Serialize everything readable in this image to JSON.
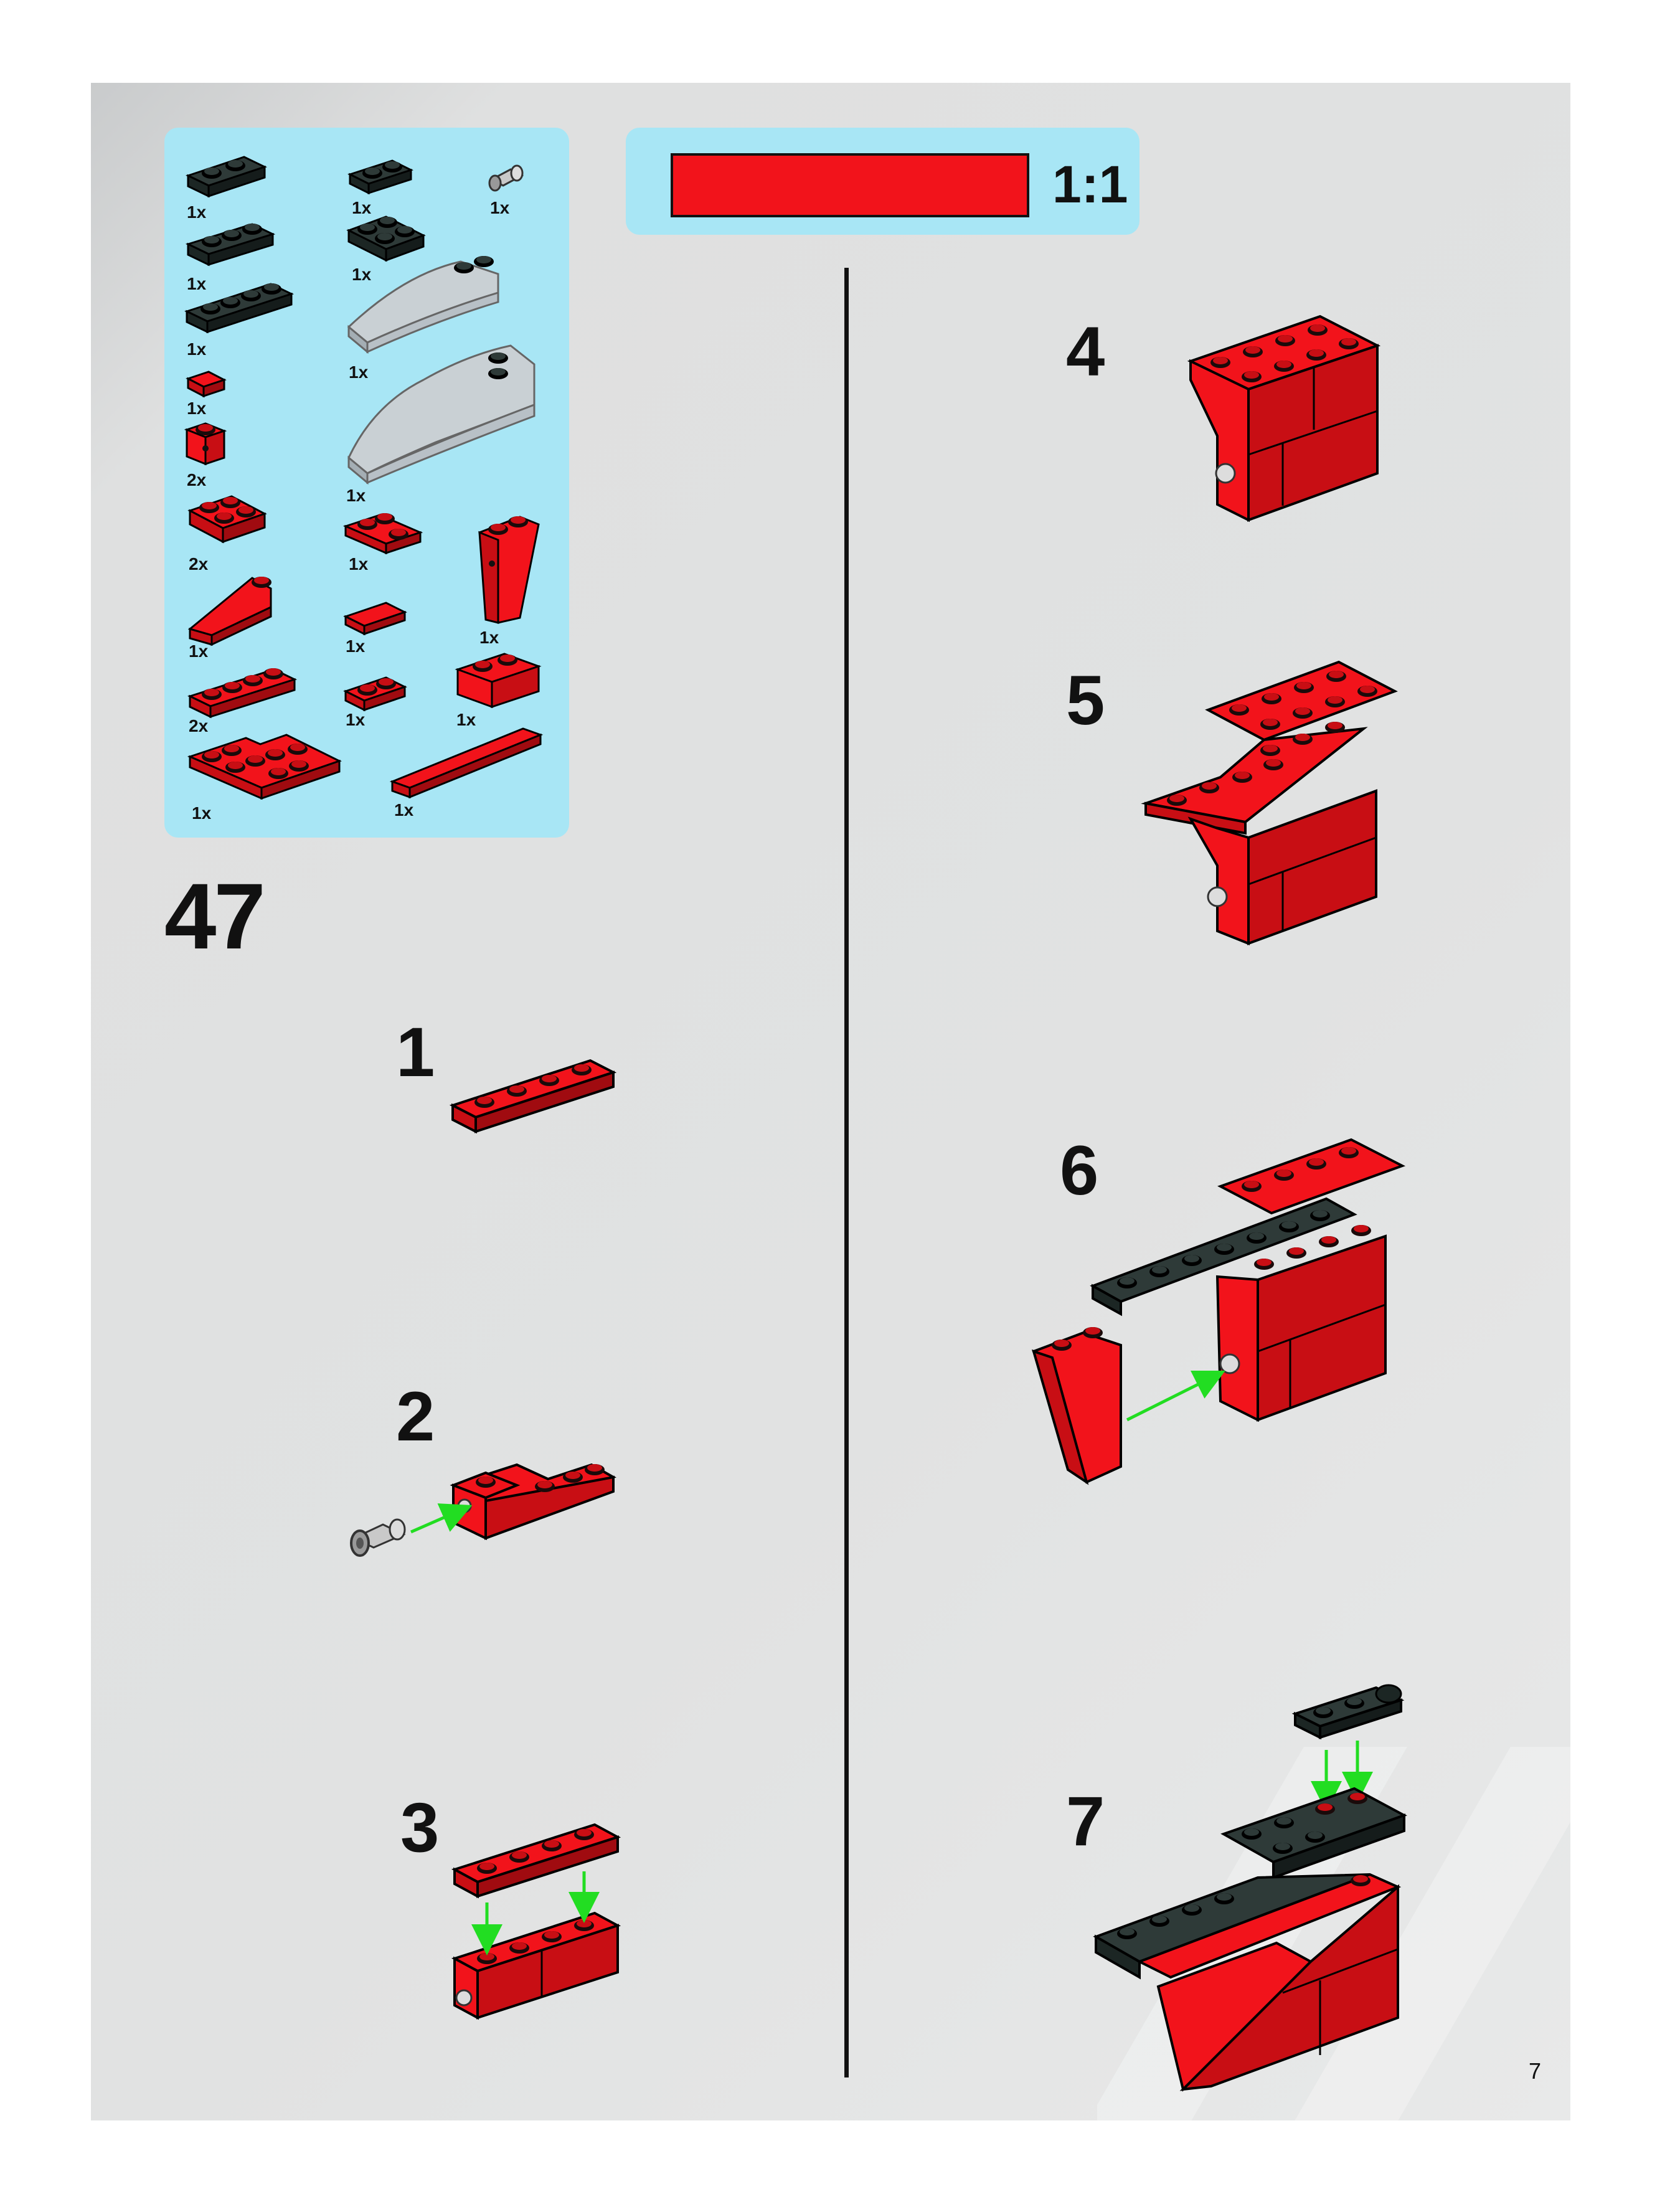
{
  "step_number": "47",
  "page_number": "7",
  "scale": {
    "label": "1:1"
  },
  "parts": [
    {
      "qty": "1x",
      "color": "black",
      "name": "plate-1x2-black"
    },
    {
      "qty": "1x",
      "color": "black",
      "name": "plate-1x3-black"
    },
    {
      "qty": "1x",
      "color": "black",
      "name": "plate-1x4-black"
    },
    {
      "qty": "1x",
      "color": "red",
      "name": "tile-1x1-red"
    },
    {
      "qty": "2x",
      "color": "red",
      "name": "brick-1x1-red"
    },
    {
      "qty": "2x",
      "color": "red",
      "name": "plate-2x2-corner-red"
    },
    {
      "qty": "1x",
      "color": "red",
      "name": "slope-red"
    },
    {
      "qty": "2x",
      "color": "red",
      "name": "plate-1x4-red"
    },
    {
      "qty": "1x",
      "color": "red",
      "name": "plate-l-red"
    },
    {
      "qty": "1x",
      "color": "black",
      "name": "plate-1x2-black-small"
    },
    {
      "qty": "1x",
      "color": "black",
      "name": "plate-2x2-black"
    },
    {
      "qty": "1x",
      "color": "trans-clear",
      "name": "curved-slope-trans"
    },
    {
      "qty": "1x",
      "color": "trans-clear",
      "name": "windscreen-trans"
    },
    {
      "qty": "1x",
      "color": "red",
      "name": "plate-corner-red-small"
    },
    {
      "qty": "1x",
      "color": "red",
      "name": "tile-1x2-red"
    },
    {
      "qty": "1x",
      "color": "red",
      "name": "plate-1x2-red"
    },
    {
      "qty": "1x",
      "color": "red",
      "name": "tile-1x6-red"
    },
    {
      "qty": "1x",
      "color": "light-gray",
      "name": "pin-gray"
    },
    {
      "qty": "1x",
      "color": "red",
      "name": "tall-slope-red"
    },
    {
      "qty": "1x",
      "color": "red",
      "name": "brick-1x2-red"
    }
  ],
  "substeps": [
    "1",
    "2",
    "3",
    "4",
    "5",
    "6",
    "7"
  ],
  "colors": {
    "red": "#f2131b",
    "black": "#1c2624",
    "panel": "#a8e6f5",
    "arrow": "#22dd22"
  }
}
